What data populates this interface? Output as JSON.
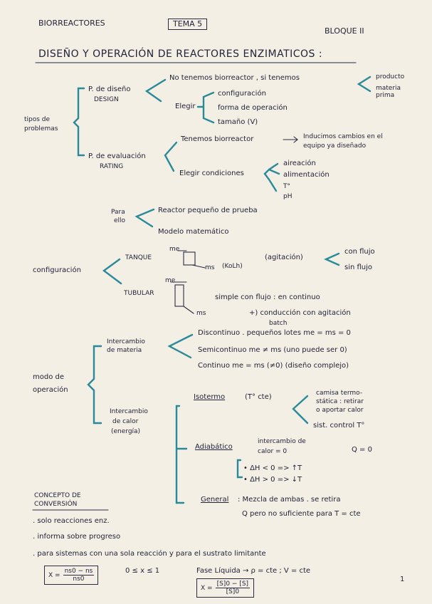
{
  "header": {
    "subject": "BIORREACTORES",
    "tema": "TEMA 5",
    "bloque": "BLOQUE II"
  },
  "title": "DISEÑO Y OPERACIÓN DE REACTORES ENZIMATICOS :",
  "tipos": {
    "label_1": "tipos de",
    "label_2": "problemas",
    "diseno": {
      "label_1": "P. de diseño",
      "label_2": "DESIGN",
      "no_tenemos": "No tenemos biorreactor , si tenemos",
      "producto": "producto",
      "materia_1": "materia",
      "materia_2": "prima",
      "elegir": "Elegir",
      "opciones": [
        "configuración",
        "forma de operación",
        "tamaño (V)"
      ]
    },
    "evaluacion": {
      "label_1": "P. de evaluación",
      "label_2": "RATING",
      "tenemos": "Tenemos biorreactor",
      "inducimos_1": "Inducimos cambios en el",
      "inducimos_2": "equipo ya diseñado",
      "elegir": "Elegir condiciones",
      "condiciones": [
        "aireación",
        "alimentación",
        "T°",
        "pH"
      ]
    }
  },
  "para_ello": {
    "label_1": "Para",
    "label_2": "ello",
    "items": [
      "Reactor pequeño de prueba",
      "Modelo matemático"
    ]
  },
  "configuracion": {
    "label": "configuración",
    "tanque": "TANQUE",
    "me": "me",
    "ms": "ms",
    "kolh": "(KoLh)",
    "agitacion": "(agitación)",
    "con_flujo": "con flujo",
    "sin_flujo": "sin flujo",
    "tubular": "TUBULAR",
    "tub_me": "me",
    "tub_ms": "ms",
    "simple": "simple con flujo : en continuo",
    "conduccion": "+) conducción con agitación"
  },
  "modo": {
    "label_1": "modo de",
    "label_2": "operación",
    "materia": {
      "label_1": "Intercambio",
      "label_2": "de materia",
      "batch": "batch",
      "discontinuo": "Discontinuo . pequeños lotes  me = ms = 0",
      "semicontinuo": "Semicontinuo  me ≠ ms  (uno puede ser 0)",
      "continuo": "Continuo  me = ms   (≠0) (diseño complejo)"
    },
    "calor": {
      "label_1": "Intercambio",
      "label_2": "de calor",
      "label_3": "(energía)",
      "isotermo": "Isotermo",
      "isotermo_note": "(T° cte)",
      "camisa_1": "camisa termo-",
      "camisa_2": "stática : retirar",
      "camisa_3": "o aportar calor",
      "sist": "sist. control T°",
      "adiabatico": "Adiabático",
      "adiab_1": "intercambio de",
      "adiab_2": "calor = 0",
      "q0": "Q = 0",
      "dh_neg": "• ΔH < 0  =>  ↑T",
      "dh_pos": "• ΔH > 0  =>  ↓T",
      "general": "General",
      "general_1": ": Mezcla de ambas . se retira",
      "general_2": "Q pero no suficiente para T = cte"
    }
  },
  "concepto": {
    "title_1": "CONCEPTO DE",
    "title_2": "CONVERSIÓN",
    "bullets": [
      ". solo reacciones enz.",
      ". informa sobre progreso",
      ". para sistemas con una sola reacción y para el sustrato limitante"
    ],
    "f1_lhs": "X =",
    "f1_num": "ns0 − ns",
    "f1_den": "ns0",
    "range": "0 ≤ x ≤ 1",
    "fase": "Fase Líquida  →  ρ = cte  ;  V = cte",
    "f2_lhs": "X =",
    "f2_num": "[S]0 − [S]",
    "f2_den": "[S]0"
  },
  "page_number": "1"
}
